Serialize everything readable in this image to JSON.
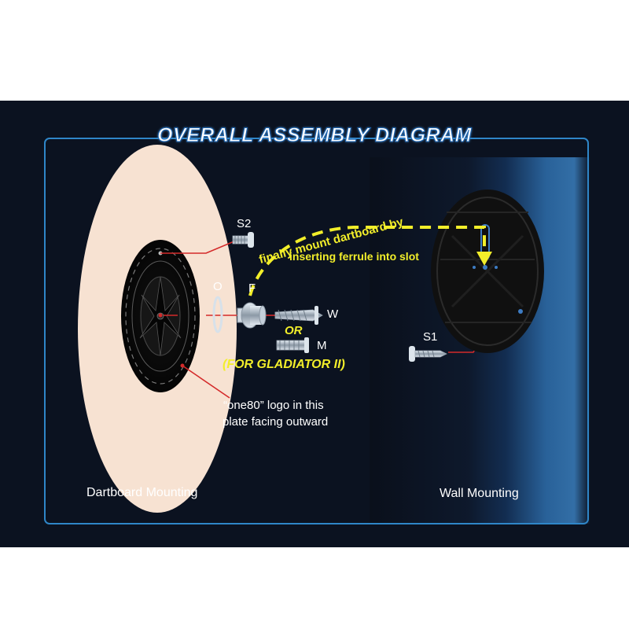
{
  "title": "OVERALL ASSEMBLY DIAGRAM",
  "parts": {
    "s2": "S2",
    "o": "O",
    "f": "F",
    "w": "W",
    "or": "OR",
    "m": "M",
    "gladiator": "(FOR GLADIATOR II)",
    "s1": "S1"
  },
  "instructions": {
    "ferrule_line1": "finally mount dartboard by",
    "ferrule_line2": "inserting ferrule into slot",
    "logo_line1": "“one80” logo in this",
    "logo_line2": "plate facing outward"
  },
  "sections": {
    "dartboard": "Dartboard Mounting",
    "wall": "Wall Mounting"
  },
  "colors": {
    "panel": "#0b1424",
    "border": "#2f86c8",
    "dartboard": "#f7e2d2",
    "callout": "#d42a2a",
    "highlight": "#f2ee2a"
  }
}
